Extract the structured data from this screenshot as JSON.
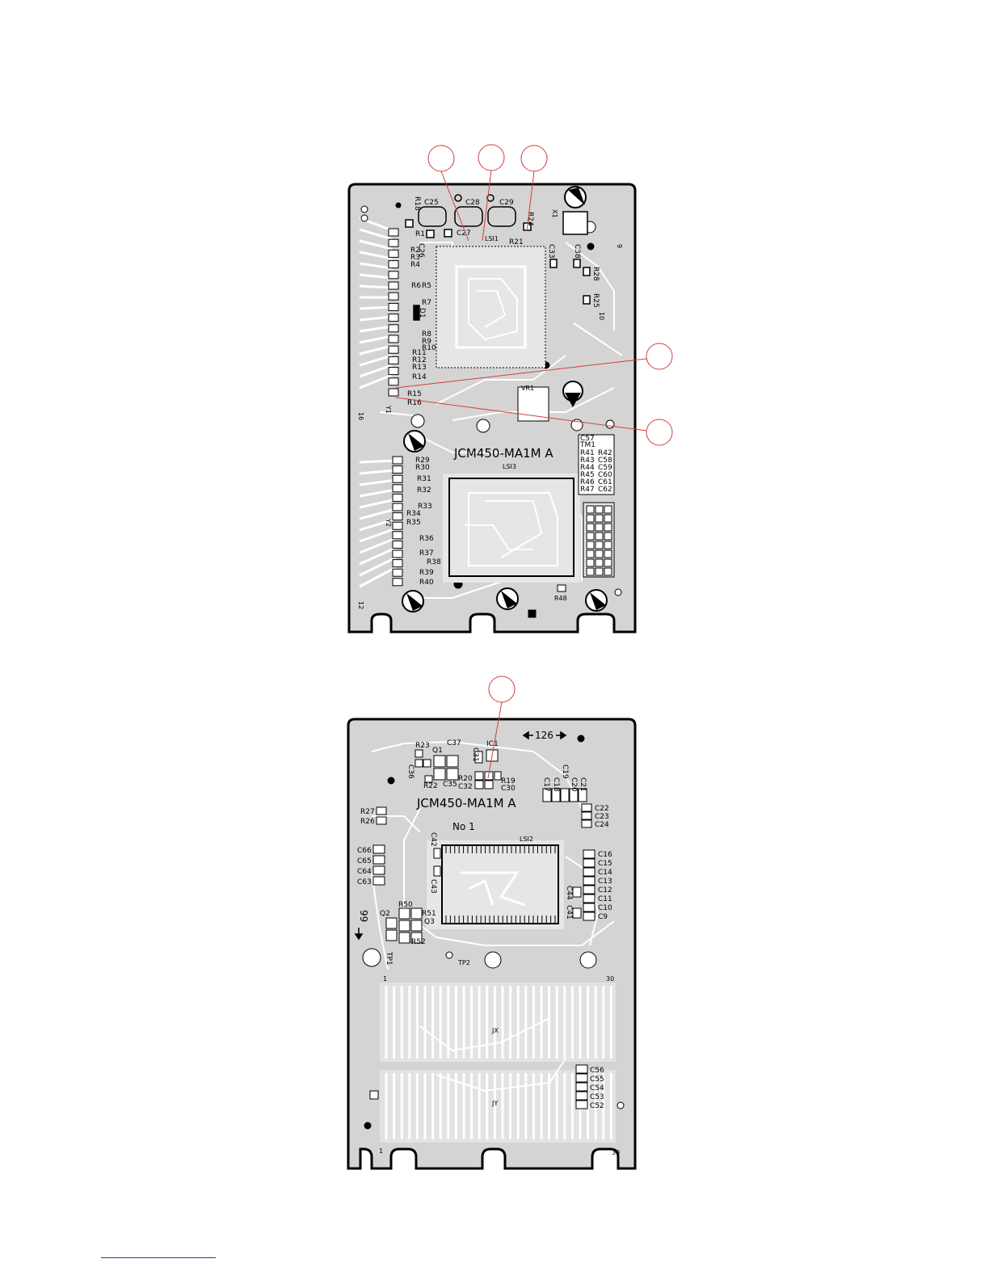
{
  "colors": {
    "board_fill": "#d4d4d4",
    "board_edge": "#000000",
    "trace": "#ffffff",
    "callout": "#d04040",
    "footer_rule": "#1f3fb0"
  },
  "top_board": {
    "title": "JCM450-MA1M A",
    "chip_labels": {
      "lsi1": "LSI1",
      "lsi3": "LSI3",
      "vr1": "VR1",
      "x1": "X1"
    },
    "edge_labels": {
      "left_16": "16",
      "left_12": "12",
      "right_9": "9",
      "right_10": "10",
      "y1": "Y1",
      "y2": "Y2"
    },
    "left_column_resistors": [
      "R1",
      "R2",
      "R3",
      "R4",
      "R5",
      "R6",
      "R7",
      "R8",
      "R9",
      "R10",
      "R11",
      "R12",
      "R13",
      "R14",
      "R15",
      "R16"
    ],
    "lower_left_resistors": [
      "R29",
      "R30",
      "R31",
      "R32",
      "R33",
      "R34",
      "R35",
      "R36",
      "R37",
      "R38",
      "R39",
      "R40"
    ],
    "top_parts": [
      "R18",
      "C25",
      "C28",
      "C29",
      "C27",
      "C26",
      "R21",
      "R24",
      "C33",
      "C38",
      "R28",
      "R25",
      "D1"
    ],
    "right_block": {
      "header": "C57",
      "tm1": "TM1",
      "rows": [
        [
          "R41",
          "R42"
        ],
        [
          "R43",
          "C58"
        ],
        [
          "R44",
          "C59"
        ],
        [
          "R45",
          "C60"
        ],
        [
          "R46",
          "C61"
        ],
        [
          "R47",
          "C62"
        ]
      ]
    },
    "bottom_part": "R48"
  },
  "bottom_board": {
    "title": "JCM450-MA1M A",
    "subtitle": "No 1",
    "dim_top": "126",
    "dim_left": "99",
    "chip_label": "LSI2",
    "connector_labels": {
      "jx": "JX",
      "jy": "JY",
      "pin1_a": "1",
      "pin30_a": "30",
      "pin1_b": "1",
      "pin30_b": "30"
    },
    "top_parts": [
      "R23",
      "C37",
      "C31",
      "IC1",
      "Q1",
      "C36",
      "R22",
      "C35",
      "R20",
      "C32",
      "R19",
      "C30",
      "C17",
      "C18",
      "C19",
      "C20",
      "C21"
    ],
    "right_caps_upper": [
      "C22",
      "C23",
      "C24"
    ],
    "right_caps_middle": [
      "C16",
      "C15",
      "C14",
      "C13",
      "C12",
      "C11",
      "C10",
      "C9"
    ],
    "side_caps": [
      "C44",
      "C41"
    ],
    "left_parts": [
      "R27",
      "R26"
    ],
    "left_caps": [
      "C66",
      "C65",
      "C64",
      "C63"
    ],
    "center_caps": [
      "C42",
      "C43"
    ],
    "transistors": [
      "R50",
      "Q2",
      "R51",
      "Q3",
      "R52",
      "TP1"
    ],
    "test_point": "TP2",
    "bottom_right_caps": [
      "C56",
      "C55",
      "C54",
      "C53",
      "C52"
    ]
  }
}
